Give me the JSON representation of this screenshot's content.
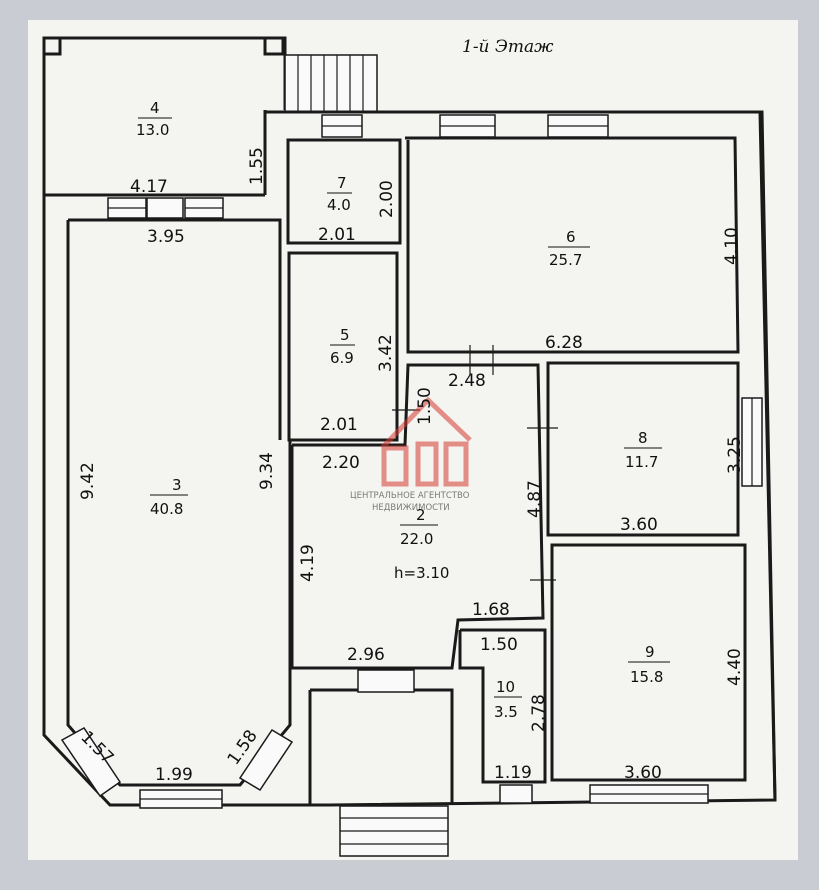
{
  "title": "1-й Этаж",
  "rooms": [
    {
      "num": "4",
      "area": "13.0"
    },
    {
      "num": "7",
      "area": "4.0"
    },
    {
      "num": "6",
      "area": "25.7"
    },
    {
      "num": "5",
      "area": "6.9"
    },
    {
      "num": "3",
      "area": "40.8"
    },
    {
      "num": "2",
      "area": "22.0"
    },
    {
      "num": "8",
      "area": "11.7"
    },
    {
      "num": "9",
      "area": "15.8"
    },
    {
      "num": "10",
      "area": "3.5"
    }
  ],
  "height_label": "h=3.10",
  "dims": {
    "d1_55": "1.55",
    "d4_17": "4.17",
    "d3_95": "3.95",
    "d2_00": "2.00",
    "d2_01a": "2.01",
    "d4_10": "4.10",
    "d6_28": "6.28",
    "d3_42": "3.42",
    "d2_01b": "2.01",
    "d1_50a": "1.50",
    "d2_48": "2.48",
    "d9_42": "9.42",
    "d9_34": "9.34",
    "d2_20": "2.20",
    "d4_87": "4.87",
    "d3_25": "3.25",
    "d3_60a": "3.60",
    "d4_19": "4.19",
    "d1_68": "1.68",
    "d1_50b": "1.50",
    "d2_96": "2.96",
    "d4_40": "4.40",
    "d2_78": "2.78",
    "d1_57": "1.57",
    "d1_58": "1.58",
    "d1_99": "1.99",
    "d1_19": "1.19",
    "d3_60b": "3.60"
  },
  "watermark": {
    "line1": "ЦЕНТРАЛЬНОЕ АГЕНТСТВО",
    "line2": "НЕДВИЖИМОСТИ"
  },
  "colors": {
    "background": "#c9ccd3",
    "paper": "#f4f4f1",
    "wall": "#1a1a1a",
    "watermark": "#d63a32"
  }
}
